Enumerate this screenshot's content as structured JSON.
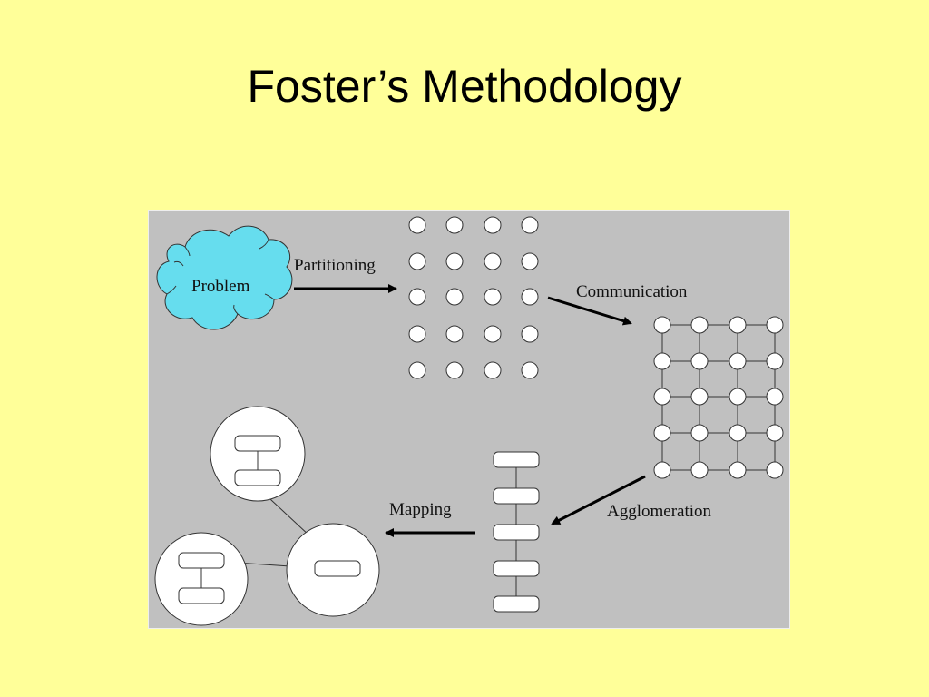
{
  "slide": {
    "title": "Foster’s Methodology"
  },
  "diagram": {
    "problem_label": "Problem",
    "partitioning_label": "Partitioning",
    "communication_label": "Communication",
    "agglomeration_label": "Agglomeration",
    "mapping_label": "Mapping",
    "colors": {
      "background": "#ffff99",
      "panel": "#c0c0c0",
      "cloud": "#66ddee",
      "node": "#ffffff"
    }
  }
}
